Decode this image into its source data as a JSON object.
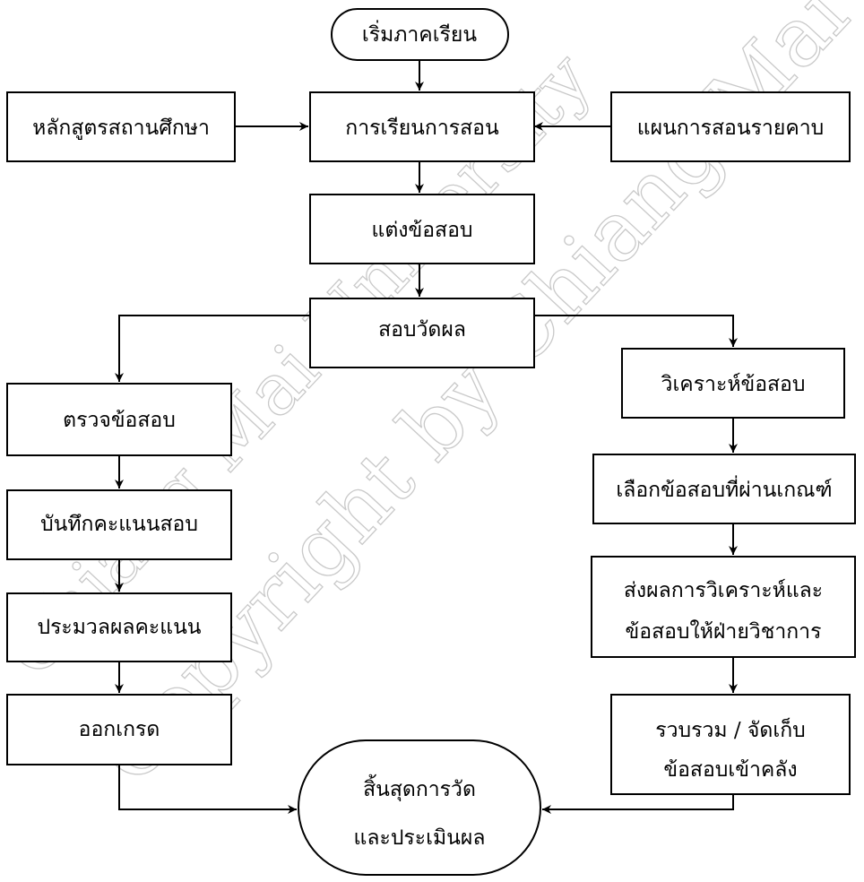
{
  "watermark": {
    "lines": [
      "Copyright by Chiang Mai University",
      "Chiang Mai University"
    ],
    "color": "#c9c9c9"
  },
  "nodes": {
    "start": [
      "เริ่มภาคเรียน"
    ],
    "curriculum": [
      "หลักสูตรสถานศึกษา"
    ],
    "teaching": [
      "การเรียนการสอน"
    ],
    "lesson_plan": [
      "แผนการสอนรายคาบ"
    ],
    "write_items": [
      "แต่งข้อสอบ"
    ],
    "test": [
      "สอบวัดผล"
    ],
    "grade_items": [
      "ตรวจข้อสอบ"
    ],
    "record_scores": [
      "บันทึกคะแนนสอบ"
    ],
    "process_scores": [
      "ประมวลผลคะแนน"
    ],
    "issue_grades": [
      "ออกเกรด"
    ],
    "analyze_items": [
      "วิเคราะห์ข้อสอบ"
    ],
    "select_items": [
      "เลือกข้อสอบที่ผ่านเกณฑ์"
    ],
    "send_results": [
      "ส่งผลการวิเคราะห์และ",
      "ข้อสอบให้ฝ่ายวิชาการ"
    ],
    "store_items": [
      "รวบรวม / จัดเก็บ",
      "ข้อสอบเข้าคลัง"
    ],
    "end": [
      "สิ้นสุดการวัด",
      "และประเมินผล"
    ]
  },
  "edges": [
    [
      "start",
      "teaching"
    ],
    [
      "curriculum",
      "teaching"
    ],
    [
      "lesson_plan",
      "teaching"
    ],
    [
      "teaching",
      "write_items"
    ],
    [
      "write_items",
      "test"
    ],
    [
      "test",
      "grade_items"
    ],
    [
      "test",
      "analyze_items"
    ],
    [
      "grade_items",
      "record_scores"
    ],
    [
      "record_scores",
      "process_scores"
    ],
    [
      "process_scores",
      "issue_grades"
    ],
    [
      "issue_grades",
      "end"
    ],
    [
      "analyze_items",
      "select_items"
    ],
    [
      "select_items",
      "send_results"
    ],
    [
      "send_results",
      "store_items"
    ],
    [
      "store_items",
      "end"
    ]
  ]
}
